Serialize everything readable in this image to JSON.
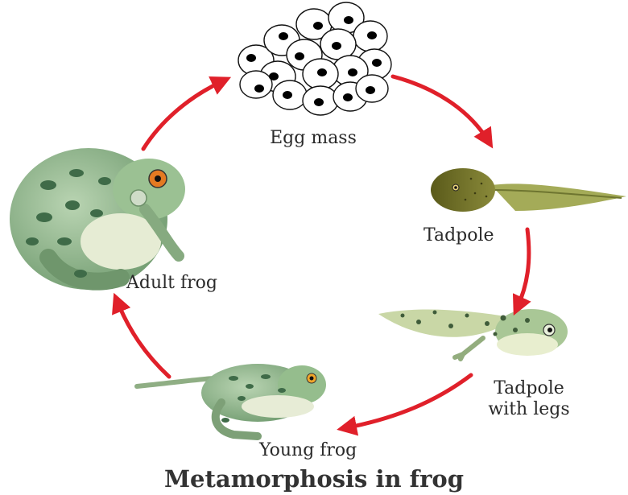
{
  "diagram": {
    "title": "Metamorphosis in frog",
    "stages": {
      "egg_mass": "Egg mass",
      "tadpole": "Tadpole",
      "tadpole_with_legs_line1": "Tadpole",
      "tadpole_with_legs_line2": "with legs",
      "young_frog": "Young frog",
      "adult_frog": "Adult frog"
    },
    "colors": {
      "arrow": "#e0202a",
      "frog_green": "#8fb58a",
      "frog_spots": "#3f6b48",
      "tadpole_brown": "#6b6a22",
      "egg_fill": "#ffffff",
      "egg_yolk": "#000000",
      "text": "#2a2a2a"
    }
  }
}
